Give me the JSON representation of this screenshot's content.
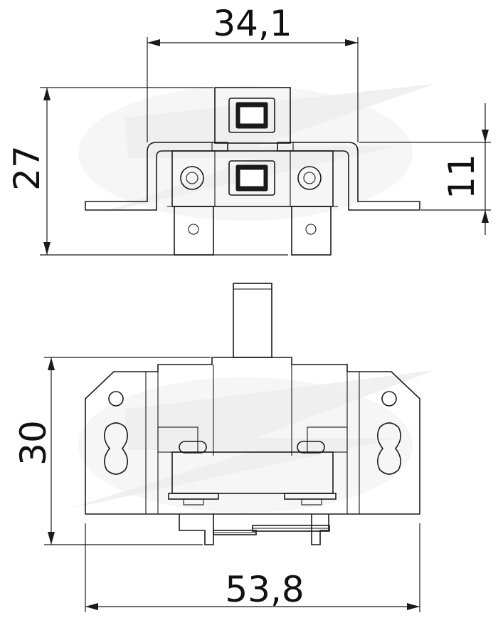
{
  "dimensions": {
    "top_width": "34,1",
    "top_height": "27",
    "top_side_height": "11",
    "bottom_height": "30",
    "bottom_width": "53,8"
  },
  "colors": {
    "line": "#1a1a1a",
    "watermark": "#eeeeee",
    "background": "#ffffff"
  }
}
